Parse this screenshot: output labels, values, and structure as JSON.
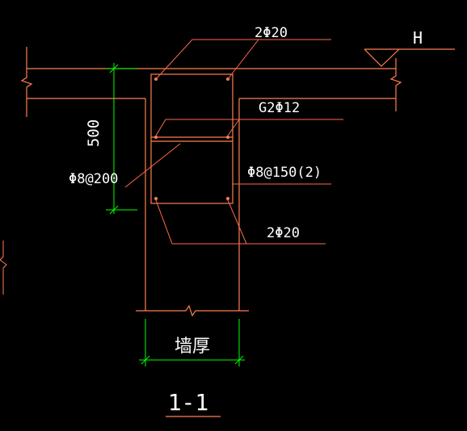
{
  "drawing": {
    "labels": {
      "top_bars": "2Φ20",
      "level_mark": "H",
      "side_bars": "G2Φ12",
      "dimension": "500",
      "slab_rebar": "Φ8@200",
      "stirrups": "Φ8@150(2)",
      "bottom_bars": "2Φ20",
      "wall_thickness": "墙厚",
      "section_title": "1-1"
    },
    "colors": {
      "background": "#000000",
      "outline": "#ff7f50",
      "dimension": "#00ff00",
      "text": "#ffffff",
      "leader": "#ff6a4d"
    }
  }
}
